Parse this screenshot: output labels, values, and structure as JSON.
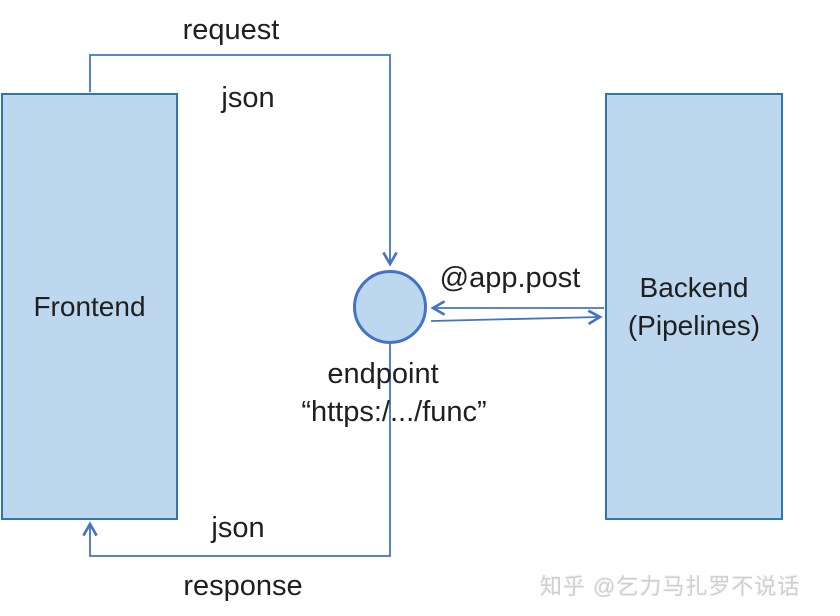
{
  "diagram": {
    "nodes": {
      "frontend": {
        "label": "Frontend"
      },
      "backend": {
        "title": "Backend",
        "subtitle": "(Pipelines)"
      },
      "endpoint_circle": {
        "shape": "circle"
      }
    },
    "labels": {
      "request": "request",
      "json_top": "json",
      "app_post": "@app.post",
      "endpoint": "endpoint",
      "endpoint_url": "“https:/.../func”",
      "json_bottom": "json",
      "response": "response"
    },
    "watermark": "知乎 @乞力马扎罗不说话"
  },
  "colors": {
    "node_fill": "#BDD7EE",
    "node_border": "#2E75B6",
    "connector": "#4472C4",
    "text": "#1f1f1f",
    "watermark": "#cfcfcf",
    "background": "#ffffff"
  }
}
